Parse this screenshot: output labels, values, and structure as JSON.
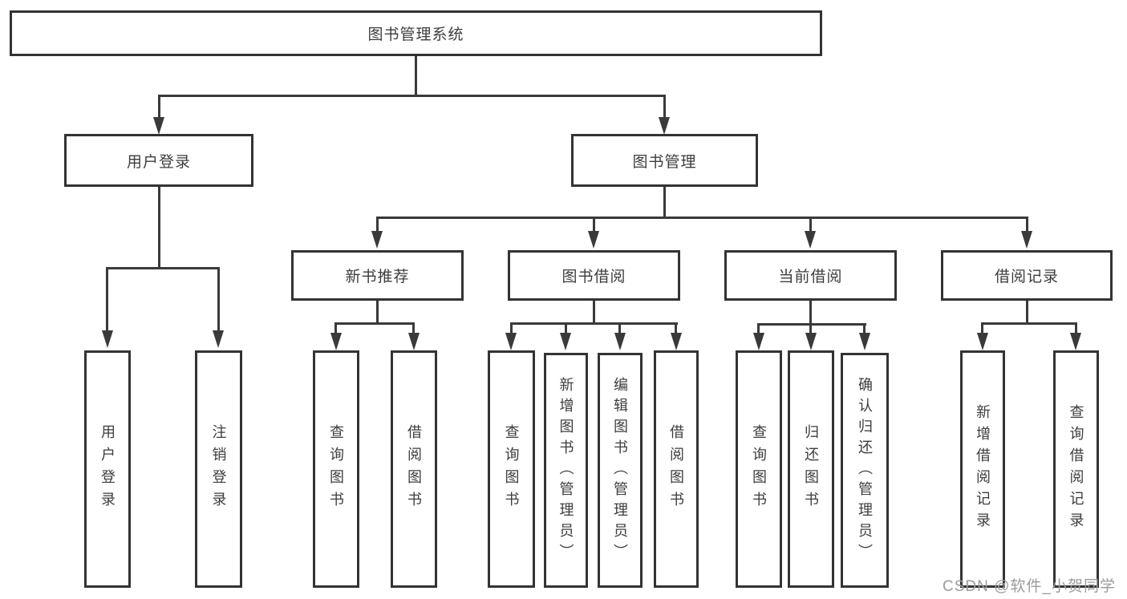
{
  "diagram": {
    "type": "tree",
    "title": "图书管理系统",
    "nodes": {
      "root": {
        "label": "图书管理系统"
      },
      "user_login": {
        "label": "用户登录"
      },
      "book_mgmt": {
        "label": "图书管理"
      },
      "login": {
        "label": "用户登录"
      },
      "logout": {
        "label": "注销登录"
      },
      "new_book_rec": {
        "label": "新书推荐"
      },
      "book_borrow": {
        "label": "图书借阅"
      },
      "current_borrow": {
        "label": "当前借阅"
      },
      "borrow_records": {
        "label": "借阅记录"
      },
      "nbr_query": {
        "label": "查询图书"
      },
      "nbr_borrow": {
        "label": "借阅图书"
      },
      "bb_query": {
        "label": "查询图书"
      },
      "bb_add": {
        "label": "新增图书（管理员）"
      },
      "bb_edit": {
        "label": "编辑图书（管理员）"
      },
      "bb_borrow": {
        "label": "借阅图书"
      },
      "cb_query": {
        "label": "查询图书"
      },
      "cb_return": {
        "label": "归还图书"
      },
      "cb_confirm": {
        "label": "确认归还（管理员）"
      },
      "br_add": {
        "label": "新增借阅记录"
      },
      "br_query": {
        "label": "查询借阅记录"
      }
    },
    "edges": [
      {
        "from": "root",
        "to": "user_login"
      },
      {
        "from": "root",
        "to": "book_mgmt"
      },
      {
        "from": "user_login",
        "to": "login"
      },
      {
        "from": "user_login",
        "to": "logout"
      },
      {
        "from": "book_mgmt",
        "to": "new_book_rec"
      },
      {
        "from": "book_mgmt",
        "to": "book_borrow"
      },
      {
        "from": "book_mgmt",
        "to": "current_borrow"
      },
      {
        "from": "book_mgmt",
        "to": "borrow_records"
      },
      {
        "from": "new_book_rec",
        "to": "nbr_query"
      },
      {
        "from": "new_book_rec",
        "to": "nbr_borrow"
      },
      {
        "from": "book_borrow",
        "to": "bb_query"
      },
      {
        "from": "book_borrow",
        "to": "bb_add"
      },
      {
        "from": "book_borrow",
        "to": "bb_edit"
      },
      {
        "from": "book_borrow",
        "to": "bb_borrow"
      },
      {
        "from": "current_borrow",
        "to": "cb_query"
      },
      {
        "from": "current_borrow",
        "to": "cb_return"
      },
      {
        "from": "current_borrow",
        "to": "cb_confirm"
      },
      {
        "from": "borrow_records",
        "to": "br_add"
      },
      {
        "from": "borrow_records",
        "to": "br_query"
      }
    ],
    "colors": {
      "line": "#3a3a3a",
      "box_border": "#333333",
      "text": "#3d3d3d",
      "background": "#ffffff",
      "watermark": "#9b9b9b"
    }
  },
  "watermark": {
    "text": "CSDN @软件_小贺同学"
  }
}
